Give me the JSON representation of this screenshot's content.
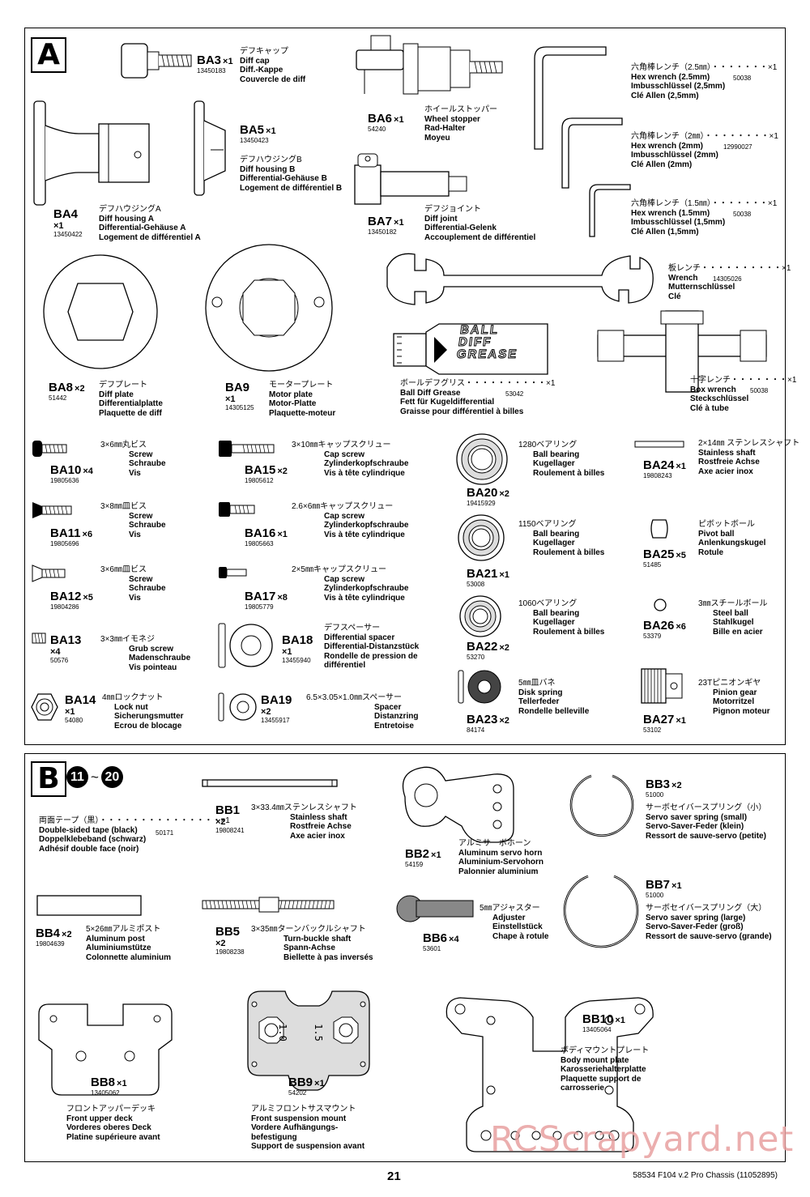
{
  "sectionA": {
    "letter": "A"
  },
  "sectionB": {
    "letter": "B",
    "step_from": "11",
    "step_tilde": "~",
    "step_to": "20"
  },
  "partsA": [
    {
      "key": "BA3",
      "qty": "×1",
      "code": "13450183",
      "jp": "デフキャップ",
      "en": "Diff cap",
      "de": "Diff.-Kappe",
      "fr": "Couvercle de diff"
    },
    {
      "key": "BA4",
      "qty": "×1",
      "code": "13450422",
      "jp": "デフハウジングA",
      "en": "Diff housing A",
      "de": "Differential-Gehäuse A",
      "fr": "Logement de différentiel A"
    },
    {
      "key": "BA5",
      "qty": "×1",
      "code": "13450423",
      "jp": "デフハウジングB",
      "en": "Diff housing B",
      "de": "Differential-Gehäuse B",
      "fr": "Logement de différentiel B"
    },
    {
      "key": "BA6",
      "qty": "×1",
      "code": "54240",
      "jp": "ホイールストッパー",
      "en": "Wheel stopper",
      "de": "Rad-Halter",
      "fr": "Moyeu"
    },
    {
      "key": "BA7",
      "qty": "×1",
      "code": "13450182",
      "jp": "デフジョイント",
      "en": "Diff joint",
      "de": "Differential-Gelenk",
      "fr": "Accouplement de différentiel"
    },
    {
      "key": "BA8",
      "qty": "×2",
      "code": "51442",
      "jp": "デフプレート",
      "en": "Diff plate",
      "de": "Differentialplatte",
      "fr": "Plaquette de diff"
    },
    {
      "key": "BA9",
      "qty": "×1",
      "code": "14305125",
      "jp": "モータープレート",
      "en": "Motor plate",
      "de": "Motor-Platte",
      "fr": "Plaquette-moteur"
    },
    {
      "key": "BA10",
      "qty": "×4",
      "code": "19805636",
      "jp": "3×6㎜丸ビス",
      "en": "Screw",
      "de": "Schraube",
      "fr": "Vis"
    },
    {
      "key": "BA11",
      "qty": "×6",
      "code": "19805696",
      "jp": "3×8㎜皿ビス",
      "en": "Screw",
      "de": "Schraube",
      "fr": "Vis"
    },
    {
      "key": "BA12",
      "qty": "×5",
      "code": "19804286",
      "jp": "3×6㎜皿ビス",
      "en": "Screw",
      "de": "Schraube",
      "fr": "Vis"
    },
    {
      "key": "BA13",
      "qty": "×4",
      "code": "50576",
      "jp": "3×3㎜イモネジ",
      "en": "Grub screw",
      "de": "Madenschraube",
      "fr": "Vis pointeau"
    },
    {
      "key": "BA14",
      "qty": "×1",
      "code": "54080",
      "jp": "4㎜ロックナット",
      "en": "Lock nut",
      "de": "Sicherungsmutter",
      "fr": "Ecrou de blocage"
    },
    {
      "key": "BA15",
      "qty": "×2",
      "code": "19805612",
      "jp": "3×10㎜キャップスクリュー",
      "en": "Cap screw",
      "de": "Zylinderkopfschraube",
      "fr": "Vis à tête cylindrique"
    },
    {
      "key": "BA16",
      "qty": "×1",
      "code": "19805663",
      "jp": "2.6×6㎜キャップスクリュー",
      "en": "Cap screw",
      "de": "Zylinderkopfschraube",
      "fr": "Vis à tête cylindrique"
    },
    {
      "key": "BA17",
      "qty": "×8",
      "code": "19805779",
      "jp": "2×5㎜キャップスクリュー",
      "en": "Cap screw",
      "de": "Zylinderkopfschraube",
      "fr": "Vis à tête cylindrique"
    },
    {
      "key": "BA18",
      "qty": "×1",
      "code": "13455940",
      "jp": "デフスペーサー",
      "en": "Differential spacer",
      "de": "Differential-Distanzstück",
      "fr": "Rondelle de pression de différentiel"
    },
    {
      "key": "BA19",
      "qty": "×2",
      "code": "13455917",
      "jp": "6.5×3.05×1.0㎜スペーサー",
      "en": "Spacer",
      "de": "Distanzring",
      "fr": "Entretoise"
    },
    {
      "key": "BA20",
      "qty": "×2",
      "code": "19415929",
      "jp": "1280ベアリング",
      "en": "Ball bearing",
      "de": "Kugellager",
      "fr": "Roulement à billes"
    },
    {
      "key": "BA21",
      "qty": "×1",
      "code": "53008",
      "jp": "1150ベアリング",
      "en": "Ball bearing",
      "de": "Kugellager",
      "fr": "Roulement à billes"
    },
    {
      "key": "BA22",
      "qty": "×2",
      "code": "53270",
      "jp": "1060ベアリング",
      "en": "Ball bearing",
      "de": "Kugellager",
      "fr": "Roulement à billes"
    },
    {
      "key": "BA23",
      "qty": "×2",
      "code": "84174",
      "jp": "5㎜皿バネ",
      "en": "Disk spring",
      "de": "Tellerfeder",
      "fr": "Rondelle belleville"
    },
    {
      "key": "BA24",
      "qty": "×1",
      "code": "19808243",
      "jp": "2×14㎜ ステンレスシャフト",
      "en": "Stainless shaft",
      "de": "Rostfreie Achse",
      "fr": "Axe acier inox"
    },
    {
      "key": "BA25",
      "qty": "×5",
      "code": "51485",
      "jp": "ピボットボール",
      "en": "Pivot ball",
      "de": "Anlenkungskugel",
      "fr": "Rotule"
    },
    {
      "key": "BA26",
      "qty": "×6",
      "code": "53379",
      "jp": "3㎜スチールボール",
      "en": "Steel ball",
      "de": "Stahlkugel",
      "fr": "Bille en acier"
    },
    {
      "key": "BA27",
      "qty": "×1",
      "code": "53102",
      "jp": "23Tピニオンギヤ",
      "en": "Pinion gear",
      "de": "Motorritzel",
      "fr": "Pignon moteur"
    }
  ],
  "tools": [
    {
      "jp": "六角棒レンチ（2.5㎜）・・・・・・・×1",
      "en": "Hex wrench (2.5mm)",
      "de": "Imbusschlüssel (2,5mm)",
      "fr": "Clé Allen (2,5mm)",
      "code": "50038"
    },
    {
      "jp": "六角棒レンチ（2㎜）・・・・・・・・×1",
      "en": "Hex wrench (2mm)",
      "de": "Imbusschlüssel (2mm)",
      "fr": "Clé Allen (2mm)",
      "code": "12990027"
    },
    {
      "jp": "六角棒レンチ（1.5㎜）・・・・・・・×1",
      "en": "Hex wrench (1.5mm)",
      "de": "Imbusschlüssel (1,5mm)",
      "fr": "Clé Allen (1,5mm)",
      "code": "50038"
    },
    {
      "jp": "板レンチ・・・・・・・・・・×1",
      "en": "Wrench",
      "de": "Mutternschlüssel",
      "fr": "Clé",
      "code": "14305026"
    },
    {
      "jp": "ボールデフグリス・・・・・・・・・・×1",
      "en": "Ball Diff Grease",
      "de": "Fett für Kugeldifferential",
      "fr": "Graisse pour différentiel à billes",
      "code": "53042"
    },
    {
      "jp": "十字レンチ・・・・・・・×1",
      "en": "Box wrench",
      "de": "Steckschlüssel",
      "fr": "Clé à tube",
      "code": "50038"
    }
  ],
  "grease_label": [
    "BALL",
    "DIFF",
    "GREASE"
  ],
  "partsB": [
    {
      "key": "BB1",
      "qty": "×2",
      "code": "19808241",
      "jp": "3×33.4㎜ステンレスシャフト",
      "en": "Stainless shaft",
      "de": "Rostfreie Achse",
      "fr": "Axe acier inox"
    },
    {
      "key": "BB2",
      "qty": "×1",
      "code": "54159",
      "jp": "アルミサーボホーン",
      "en": "Aluminum servo horn",
      "de": "Aluminium-Servohorn",
      "fr": "Palonnier aluminium"
    },
    {
      "key": "BB3",
      "qty": "×2",
      "code": "51000",
      "jp": "サーボセイバースプリング（小）",
      "en": "Servo saver spring (small)",
      "de": "Servo-Saver-Feder (klein)",
      "fr": "Ressort de sauve-servo (petite)"
    },
    {
      "key": "BB4",
      "qty": "×2",
      "code": "19804639",
      "jp": "5×26㎜アルミポスト",
      "en": "Aluminum post",
      "de": "Aluminiumstütze",
      "fr": "Colonnette aluminium"
    },
    {
      "key": "BB5",
      "qty": "×2",
      "code": "19808238",
      "jp": "3×35㎜ターンバックルシャフト",
      "en": "Turn-buckle shaft",
      "de": "Spann-Achse",
      "fr": "Biellette à pas inversés"
    },
    {
      "key": "BB6",
      "qty": "×4",
      "code": "53601",
      "jp": "5㎜アジャスター",
      "en": "Adjuster",
      "de": "Einstellstück",
      "fr": "Chape à rotule"
    },
    {
      "key": "BB7",
      "qty": "×1",
      "code": "51000",
      "jp": "サーボセイバースプリング（大）",
      "en": "Servo saver spring (large)",
      "de": "Servo-Saver-Feder (groß)",
      "fr": "Ressort de sauve-servo (grande)"
    },
    {
      "key": "BB8",
      "qty": "×1",
      "code": "13405062",
      "jp": "フロントアッパーデッキ",
      "en": "Front upper deck",
      "de": "Vorderes oberes Deck",
      "fr": "Platine supérieure avant"
    },
    {
      "key": "BB9",
      "qty": "×1",
      "code": "54202",
      "jp": "アルミフロントサスマウント",
      "en": "Front suspension mount",
      "de": "Vordere Aufhängungs-",
      "de2": "befestigung",
      "fr": "Support de suspension avant",
      "mark1": "1.0",
      "mark2": "1.5"
    },
    {
      "key": "BB10",
      "qty": "×1",
      "code": "13405064",
      "jp": "ボディマウントプレート",
      "en": "Body mount plate",
      "de": "Karosseriehalterplatte",
      "fr": "Plaquette support de",
      "fr2": "carrosserie"
    }
  ],
  "tape": {
    "jp": "両面テープ（黒）・・・・・・・・・・・・・・・×1",
    "en": "Double-sided tape (black)",
    "de": "Doppelklebeband (schwarz)",
    "fr": "Adhésif double face (noir)",
    "code": "50171"
  },
  "footer": {
    "page": "21",
    "code": "58534  F104 v.2 Pro Chassis (11052895)"
  },
  "watermark": "RCScrapyard.net"
}
